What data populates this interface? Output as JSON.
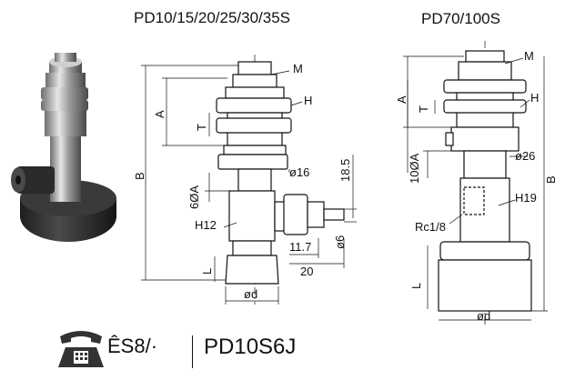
{
  "titles": {
    "left": "PD10/15/20/25/30/35S",
    "right": "PD70/100S"
  },
  "left_drawing": {
    "M": "M",
    "A": "A",
    "H": "H",
    "T": "T",
    "B": "B",
    "phiA": "6ØA",
    "d16": "ø16",
    "d185": "18.5",
    "H12": "H12",
    "d117": "11.7",
    "d6": "ø6",
    "L": "L",
    "d20": "20",
    "phid": "ød"
  },
  "right_drawing": {
    "M": "M",
    "A": "A",
    "H": "H",
    "T": "T",
    "phiA": "10ØA",
    "d26": "ø26",
    "B": "B",
    "H19": "H19",
    "Rc": "Rc1/8",
    "L": "L",
    "phid": "ød"
  },
  "footer": {
    "phone_text": "ÊS8/·",
    "model": "PD10S6J"
  },
  "icons": {
    "product": "vacuum-pad-photo",
    "phone": "telephone-icon"
  },
  "colors": {
    "ink": "#111111",
    "rubber": "#2b2b2b",
    "metal": "#b8b8b8",
    "phone": "#333333"
  }
}
